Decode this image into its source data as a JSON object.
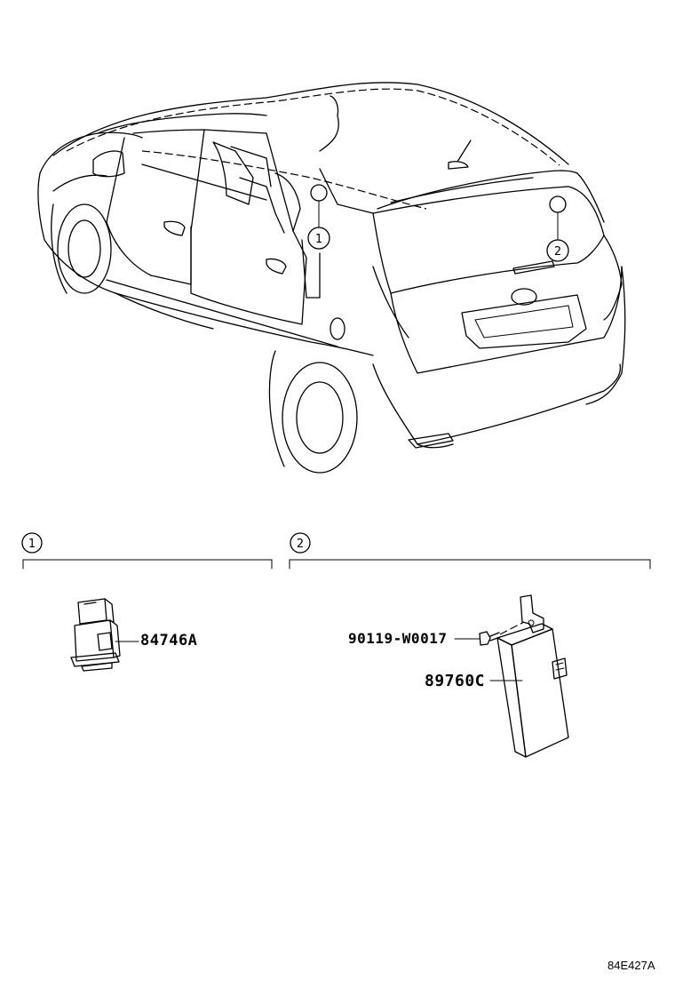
{
  "callouts": {
    "one": "1",
    "two": "2"
  },
  "sections": {
    "one": {
      "marker": "1",
      "parts": [
        {
          "number": "84746A"
        }
      ]
    },
    "two": {
      "marker": "2",
      "parts": [
        {
          "number": "90119-W0017"
        },
        {
          "number": "89760C"
        }
      ]
    }
  },
  "illustration_code": "84E427A"
}
